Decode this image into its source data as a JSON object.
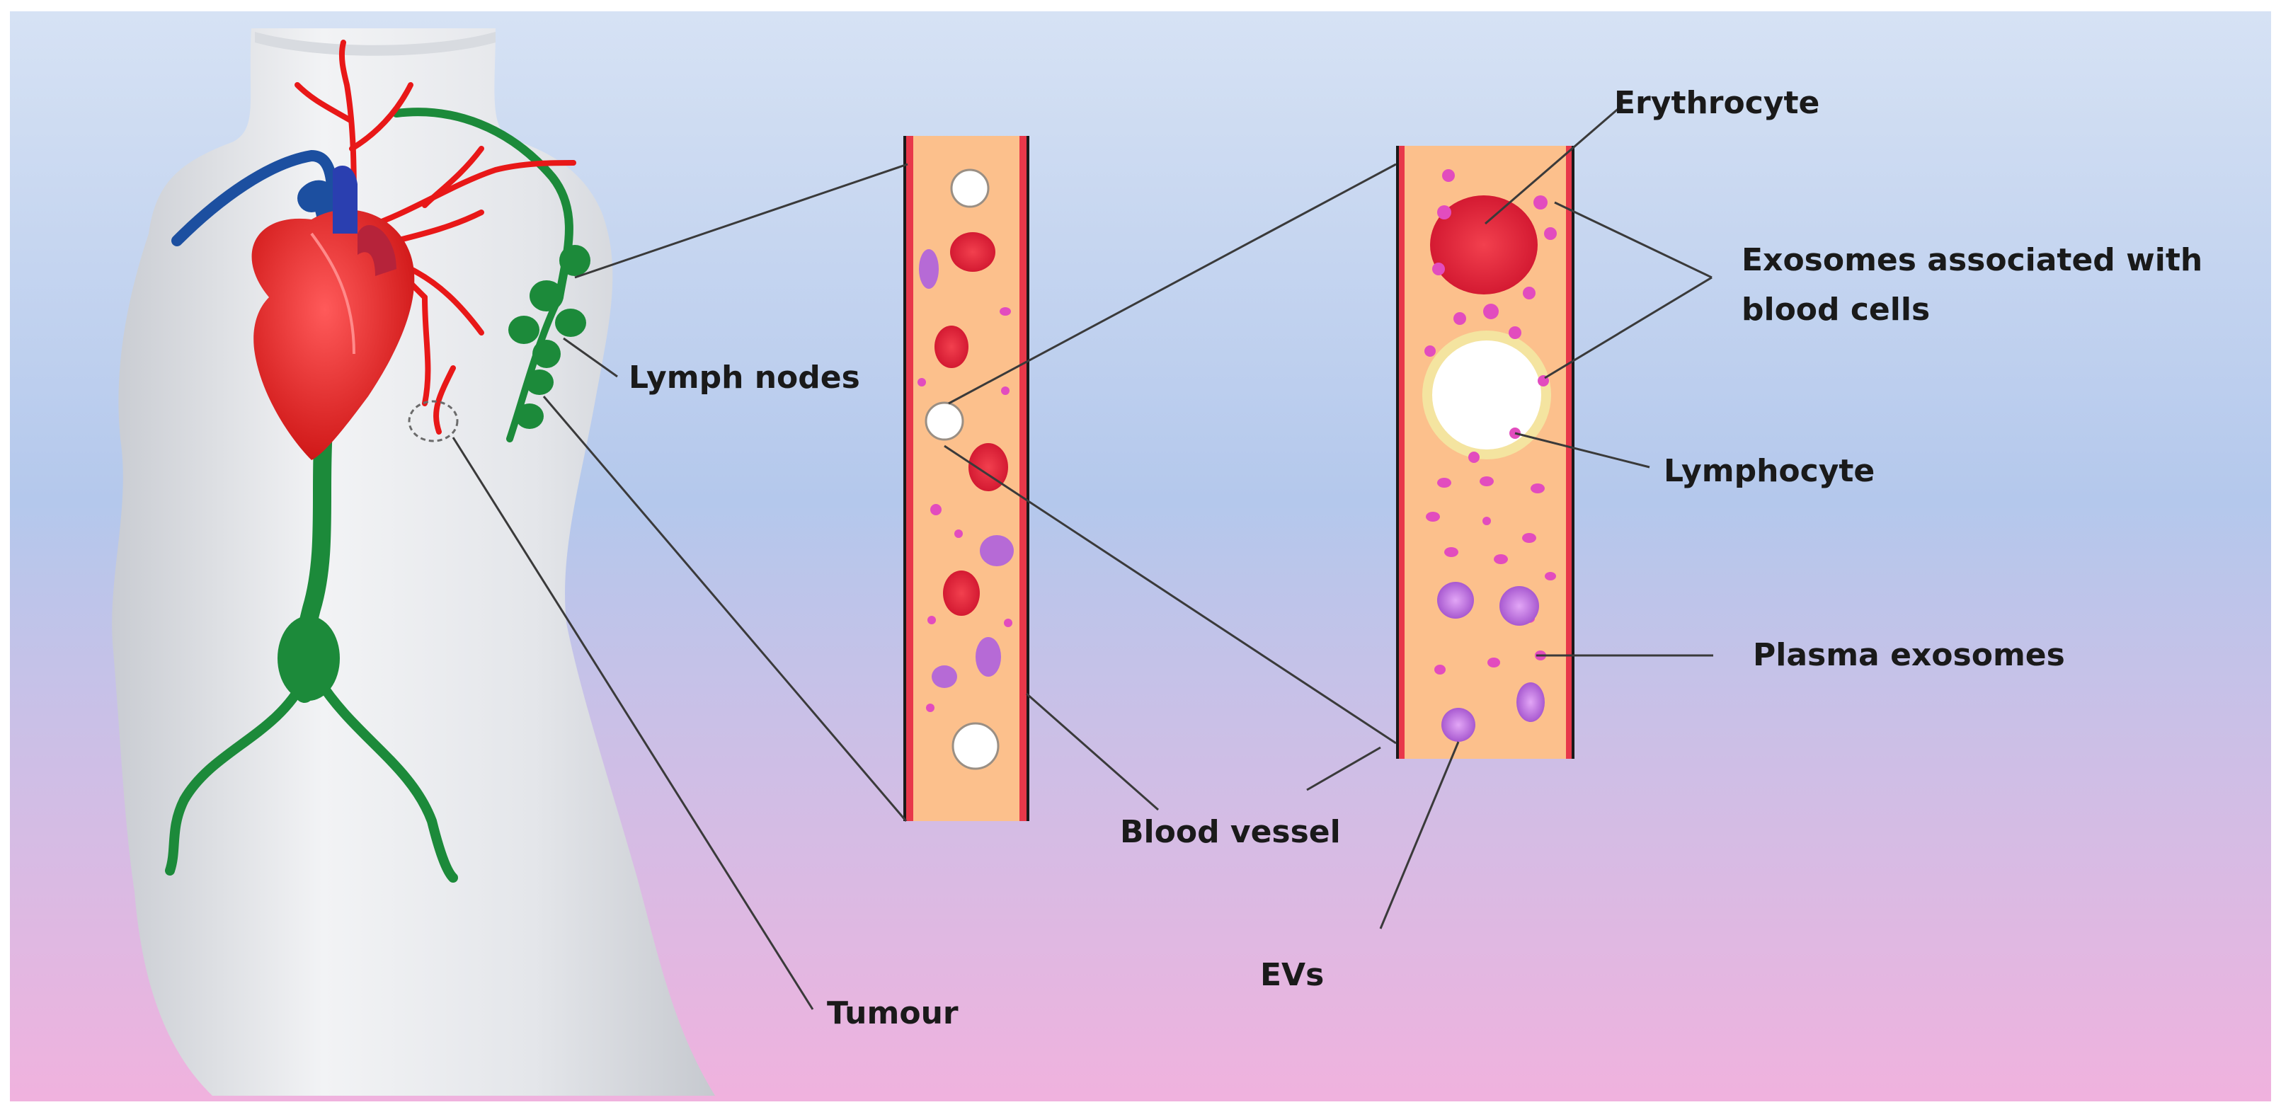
{
  "labels": {
    "lymph_nodes": "Lymph nodes",
    "tumour": "Tumour",
    "blood_vessel": "Blood vessel",
    "erythrocyte": "Erythrocyte",
    "exosomes_blood_cells_line1": "Exosomes associated with",
    "exosomes_blood_cells_line2": "blood cells",
    "lymphocyte": "Lymphocyte",
    "plasma_exosomes": "Plasma exosomes",
    "evs": "EVs"
  },
  "colors": {
    "background_top": "#d6e2f4",
    "background_mid": "#b4c8ec",
    "background_bottom": "#f0b2de",
    "vessel_plasma": "#fcc08c",
    "vessel_wall": "#e8384a",
    "erythrocyte": "#e8223a",
    "lymphocyte": "#ffffff",
    "plasma_exosome": "#b66ad6",
    "blood_cell_exosome": "#e24cbe",
    "lymph": "#1c8a3a",
    "vein": "#1c4fa0",
    "artery": "#e81818",
    "torso": "#e9ecef"
  }
}
